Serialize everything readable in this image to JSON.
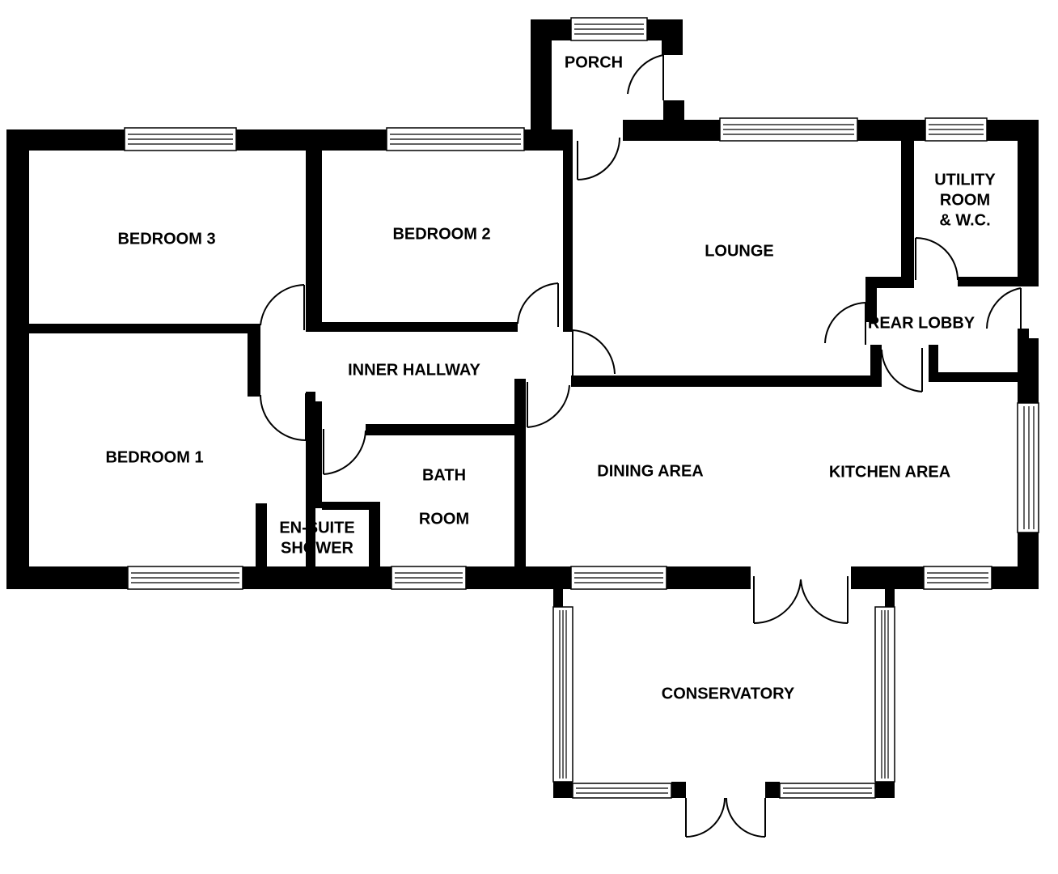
{
  "rooms": {
    "porch": "PORCH",
    "bedroom3": "BEDROOM 3",
    "bedroom2": "BEDROOM 2",
    "lounge": "LOUNGE",
    "utility_line1": "UTILITY",
    "utility_line2": "ROOM",
    "utility_line3": "& W.C.",
    "rear_lobby": "REAR LOBBY",
    "inner_hallway": "INNER HALLWAY",
    "bedroom1": "BEDROOM 1",
    "bath_line1": "BATH",
    "bath_line2": "ROOM",
    "ensuite_line1": "EN-SUITE",
    "ensuite_line2": "SHOWER",
    "dining": "DINING AREA",
    "kitchen": "KITCHEN AREA",
    "conservatory": "CONSERVATORY"
  }
}
